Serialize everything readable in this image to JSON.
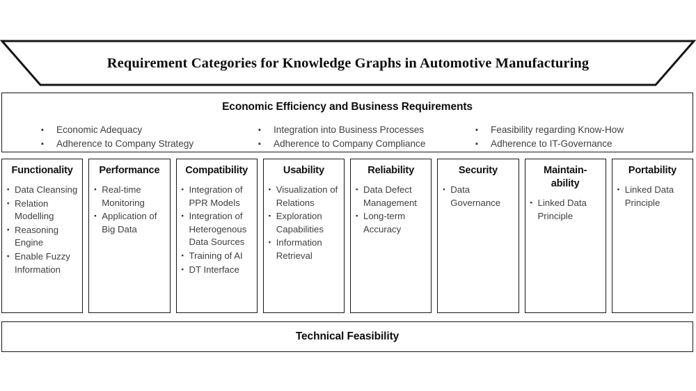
{
  "banner": {
    "title": "Requirement Categories for Knowledge Graphs in Automotive Manufacturing",
    "shape": "trapezoid",
    "stroke_color": "#161616",
    "fill_color": "#ffffff"
  },
  "economic_band": {
    "heading": "Economic Efficiency and Business Requirements",
    "bullet_glyph": "▪",
    "columns": [
      {
        "items": [
          "Economic Adequacy",
          "Adherence to Company Strategy"
        ]
      },
      {
        "items": [
          "Integration into Business Processes",
          "Adherence to Company Compliance"
        ]
      },
      {
        "items": [
          "Feasibility regarding Know-How",
          "Adherence to IT-Governance"
        ]
      }
    ]
  },
  "categories": [
    {
      "title": "Functionality",
      "items": [
        "Data Cleansing",
        "Relation Modelling",
        "Reasoning Engine",
        "Enable Fuzzy Information"
      ]
    },
    {
      "title": "Performance",
      "items": [
        "Real-time Monitoring",
        "Application of Big Data"
      ]
    },
    {
      "title": "Compatibility",
      "items": [
        "Integration of PPR Models",
        "Integration of Heterogenous Data Sources",
        "Training of AI",
        "DT Interface"
      ]
    },
    {
      "title": "Usability",
      "items": [
        "Visualization of Relations",
        "Exploration Capabilities",
        "Information Retrieval"
      ]
    },
    {
      "title": "Reliability",
      "items": [
        "Data Defect Management",
        "Long-term Accuracy"
      ]
    },
    {
      "title": "Security",
      "items": [
        "Data Governance"
      ]
    },
    {
      "title": "Maintain-ability",
      "items": [
        "Linked Data Principle"
      ]
    },
    {
      "title": "Portability",
      "items": [
        "Linked Data Principle"
      ]
    }
  ],
  "footer": {
    "label": "Technical Feasibility"
  },
  "colors": {
    "stroke": "#161616",
    "heading_text": "#0d0d0d",
    "body_text": "#3f3f3f",
    "background": "#ffffff"
  }
}
